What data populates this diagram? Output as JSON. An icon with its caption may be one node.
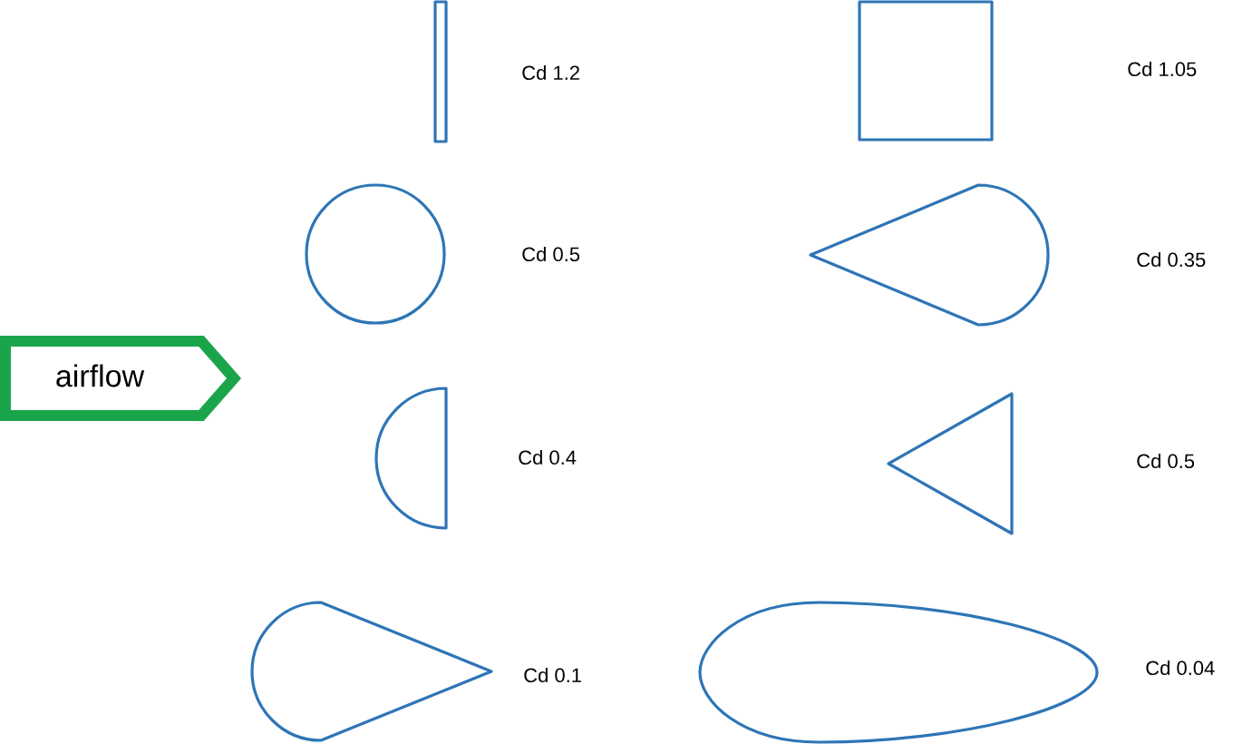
{
  "diagram": {
    "nodes": [
      {
        "text": [],
        "shape": "bar",
        "beside": [
          "Cd 1.2"
        ]
      },
      {
        "text": [],
        "shape": "box"
      },
      {
        "text": [],
        "shape": "circle",
        "beside": [
          "Cd 0.5"
        ]
      },
      {
        "text": [],
        "shape": "teardrop"
      },
      {
        "text": [
          "airflow"
        ]
      },
      {
        "text": [],
        "shape": "half-circle",
        "beside": [
          "Cd 0.4"
        ]
      },
      {
        "text": [],
        "shape": "triangle"
      },
      {
        "text": [],
        "shape": "teardrop",
        "beside": [
          "Cd 0.1"
        ]
      },
      {
        "text": [],
        "shape": "airfoil",
        "beside": [
          "Cd 0.04"
        ]
      }
    ],
    "labels": [
      "Cd 1.05",
      "Cd 0.35",
      "Cd 0.5"
    ]
  }
}
